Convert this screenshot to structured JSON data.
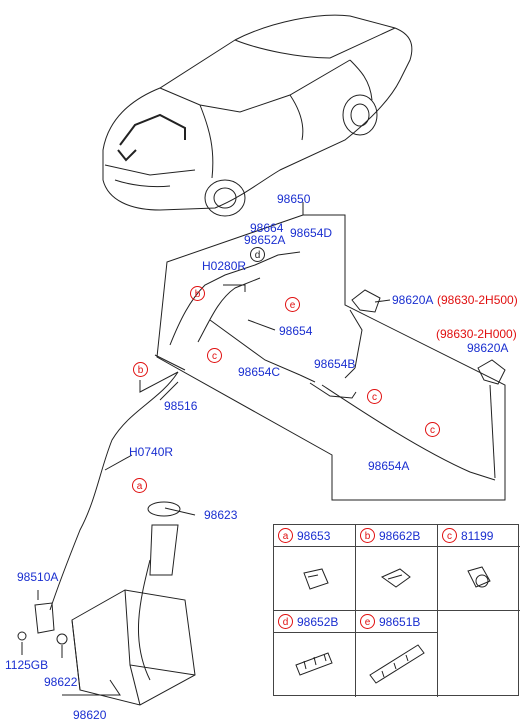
{
  "part_labels": {
    "p98650": "98650",
    "p98664": "98664",
    "p98652A": "98652A",
    "p98654D": "98654D",
    "pH0280R": "H0280R",
    "p98654": "98654",
    "p98620A_top": "98620A",
    "p98630_2H500": "(98630-2H500)",
    "p98630_2H000": "(98630-2H000)",
    "p98620A_right": "98620A",
    "p98654C": "98654C",
    "p98654B": "98654B",
    "p98516": "98516",
    "pH0740R": "H0740R",
    "p98654A": "98654A",
    "p98623": "98623",
    "p98510A": "98510A",
    "p1125GB": "1125GB",
    "p98622": "98622",
    "p98620": "98620"
  },
  "callouts": {
    "b1": "b",
    "c1": "c",
    "d1": "d",
    "e1": "e",
    "b2": "b",
    "c2": "c",
    "c3": "c",
    "a1": "a"
  },
  "legend": [
    {
      "letter": "a",
      "code": "98653"
    },
    {
      "letter": "b",
      "code": "98662B"
    },
    {
      "letter": "c",
      "code": "81199"
    },
    {
      "letter": "d",
      "code": "98652B"
    },
    {
      "letter": "e",
      "code": "98651B"
    }
  ],
  "colors": {
    "label": "#1a2fd0",
    "callout": "#e01010",
    "line": "#222222"
  }
}
